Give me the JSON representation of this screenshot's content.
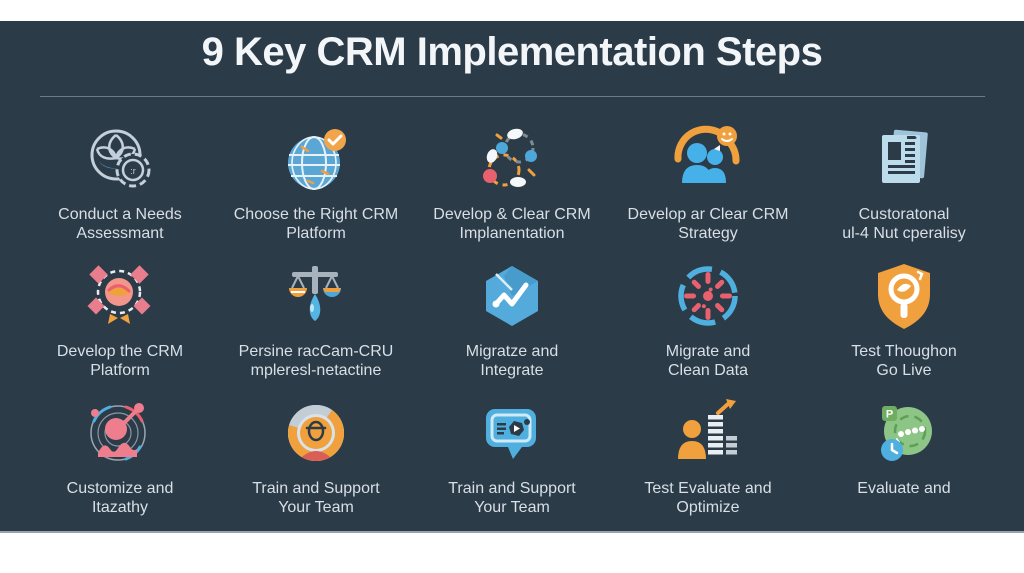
{
  "title": "9 Key CRM Implementation Steps",
  "colors": {
    "background": "#2c3b48",
    "title": "#f3f6f8",
    "label": "#d8dfe6",
    "divider": "#6e7b87",
    "blue": "#4fa8d8",
    "light_blue": "#b9d8e9",
    "pale": "#c3cfda",
    "orange": "#f0a03c",
    "pink": "#e9606e",
    "green": "#8cc585"
  },
  "steps": [
    {
      "line1": "Conduct a Needs",
      "line2": "Assessmant",
      "icon": "needs-assessment"
    },
    {
      "line1": "Choose the Right CRM",
      "line2": "Platform",
      "icon": "globe-check"
    },
    {
      "line1": "Develop & Clear CRM",
      "line2": "Implanentation",
      "icon": "process-loop"
    },
    {
      "line1": "Develop ar Clear CRM",
      "line2": "Strategy",
      "icon": "strategy-people"
    },
    {
      "line1": "Custoratonal",
      "line2": "ul-4 Nut cperalisy",
      "icon": "documents"
    },
    {
      "line1": "Develop the CRM",
      "line2": "Platform",
      "icon": "platform-core"
    },
    {
      "line1": "Persine racCam-CRU",
      "line2": "mpleresl-netactine",
      "icon": "balance-scale"
    },
    {
      "line1": "Migratze and",
      "line2": "Integrate",
      "icon": "migrate-cube"
    },
    {
      "line1": "Migrate and",
      "line2": "Clean Data",
      "icon": "clean-data"
    },
    {
      "line1": "Test Thoughon",
      "line2": "Go Live",
      "icon": "test-shield"
    },
    {
      "line1": "Customize and",
      "line2": "Itazathy",
      "icon": "customize-network"
    },
    {
      "line1": "Train and Support",
      "line2": "Your Team",
      "icon": "train-avatar"
    },
    {
      "line1": "Train and Support",
      "line2": "Your Team",
      "icon": "training-chat"
    },
    {
      "line1": "Test Evaluate and",
      "line2": "Optimize",
      "icon": "optimize-chart"
    },
    {
      "line1": "Evaluate and",
      "line2": "",
      "icon": "evaluate-clock"
    }
  ]
}
